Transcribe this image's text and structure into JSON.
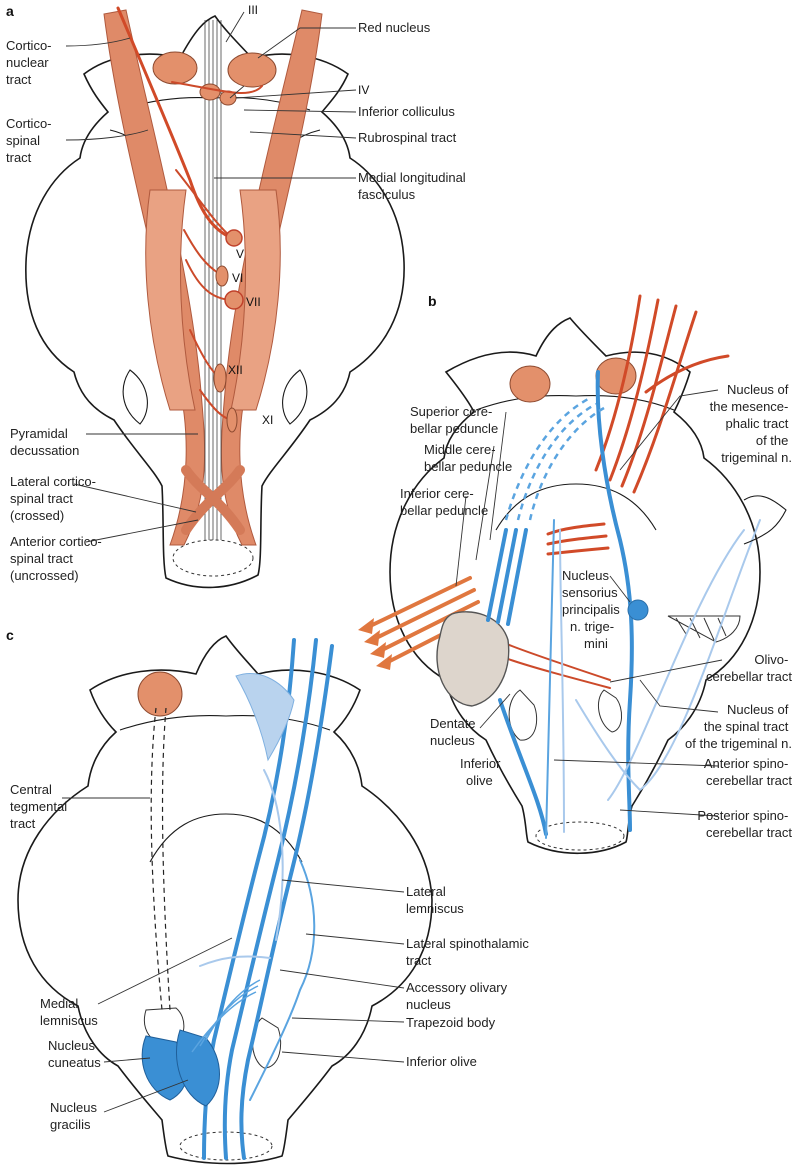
{
  "panels": {
    "a": {
      "letter": "a",
      "labels": {
        "corticonuclear": [
          "Cortico-",
          "nuclear",
          "tract"
        ],
        "corticospinal": [
          "Cortico-",
          "spinal",
          "tract"
        ],
        "red_nucleus": "Red nucleus",
        "inferior_colliculus": "Inferior colliculus",
        "rubrospinal": "Rubrospinal tract",
        "mlf": [
          "Medial longitudinal",
          "fasciculus"
        ],
        "pyramidal_decussation": [
          "Pyramidal",
          "decussation"
        ],
        "lateral_corticospinal": [
          "Lateral cortico-",
          "spinal tract",
          "(crossed)"
        ],
        "anterior_corticospinal": [
          "Anterior cortico-",
          "spinal tract",
          "(uncrossed)"
        ]
      },
      "nerves": {
        "iii": "III",
        "iv": "IV",
        "v": "V",
        "vi": "VI",
        "vii": "VII",
        "xii": "XII",
        "xi": "XI"
      }
    },
    "b": {
      "letter": "b",
      "labels": {
        "superior_peduncle": [
          "Superior cere-",
          "bellar peduncle"
        ],
        "middle_peduncle": [
          "Middle cere-",
          "bellar peduncle"
        ],
        "inferior_peduncle": [
          "Inferior cere-",
          "bellar peduncle"
        ],
        "mesencephalic_nucleus": [
          "Nucleus of",
          "the mesence-",
          "phalic tract",
          "of the",
          "trigeminal n."
        ],
        "nucleus_sensorius": [
          "Nucleus",
          "sensorius",
          "principalis",
          "n. trige-",
          "mini"
        ],
        "olivocerebellar": [
          "Olivo-",
          "cerebellar tract"
        ],
        "spinal_trigeminal": [
          "Nucleus of",
          "the spinal tract",
          "of the trigeminal n."
        ],
        "dentate": [
          "Dentate",
          "nucleus"
        ],
        "inferior_olive": [
          "Inferior",
          "olive"
        ],
        "anterior_spinocerebellar": [
          "Anterior spino-",
          "cerebellar tract"
        ],
        "posterior_spinocerebellar": [
          "Posterior spino-",
          "cerebellar tract"
        ]
      }
    },
    "c": {
      "letter": "c",
      "labels": {
        "central_tegmental": [
          "Central",
          "tegmental",
          "tract"
        ],
        "lateral_lemniscus": [
          "Lateral",
          "lemniscus"
        ],
        "lateral_spinothalamic": [
          "Lateral spinothalamic",
          "tract"
        ],
        "accessory_olivary": [
          "Accessory olivary",
          "nucleus"
        ],
        "medial_lemniscus": [
          "Medial",
          "lemniscus"
        ],
        "trapezoid_body": "Trapezoid body",
        "inferior_olive": "Inferior olive",
        "nucleus_cuneatus": [
          "Nucleus",
          "cuneatus"
        ],
        "nucleus_gracilis": [
          "Nucleus",
          "gracilis"
        ]
      }
    }
  },
  "colors": {
    "motor_red": "#d14a28",
    "tract_fill_red": "#df8a68",
    "sensory_blue": "#3a8fd4",
    "pale_blue": "#a9c9ec",
    "nucleus_fill": "#e3906b",
    "outline": "#1a1a1a"
  }
}
